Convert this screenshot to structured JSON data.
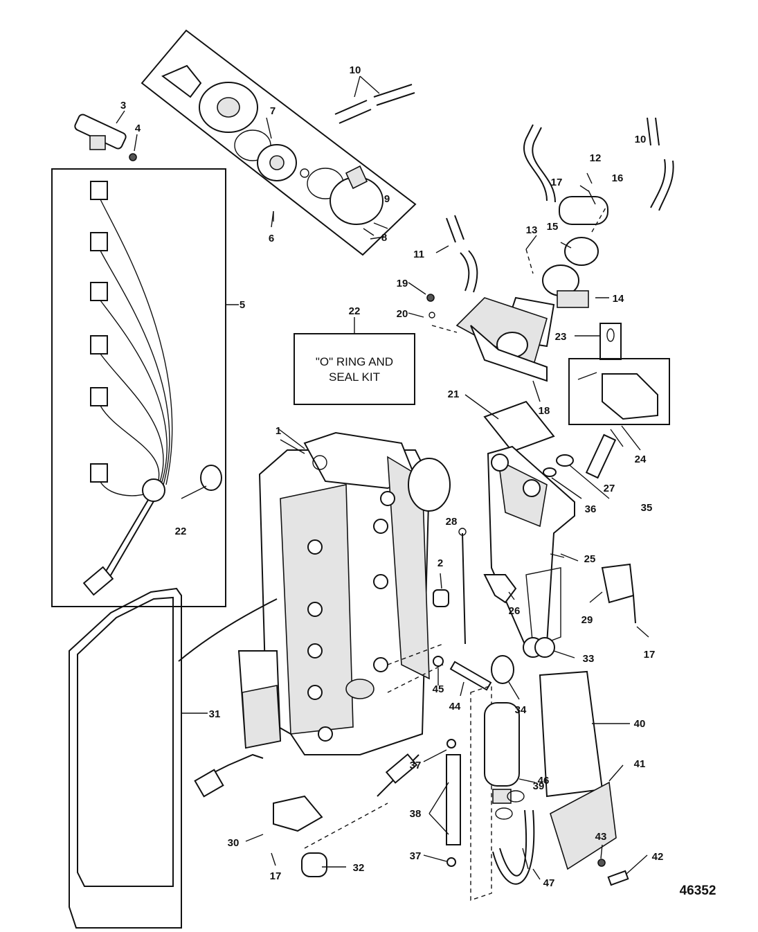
{
  "figure_number": "46352",
  "kit_box": {
    "line1": "\"O\" RING AND",
    "line2": "SEAL KIT"
  },
  "callouts": {
    "c1": "1",
    "c2": "2",
    "c3": "3",
    "c4": "4",
    "c5": "5",
    "c6": "6",
    "c7": "7",
    "c8": "8",
    "c9": "9",
    "c10a": "10",
    "c10b": "10",
    "c11": "11",
    "c12": "12",
    "c13": "13",
    "c14": "14",
    "c15": "15",
    "c16": "16",
    "c17a": "17",
    "c17b": "17",
    "c17c": "17",
    "c18": "18",
    "c19": "19",
    "c20": "20",
    "c21": "21",
    "c22a": "22",
    "c22b": "22",
    "c23": "23",
    "c24": "24",
    "c25": "25",
    "c26": "26",
    "c27": "27",
    "c28": "28",
    "c29": "29",
    "c30": "30",
    "c31": "31",
    "c32": "32",
    "c33": "33",
    "c34": "34",
    "c35": "35",
    "c36": "36",
    "c37a": "37",
    "c37b": "37",
    "c38": "38",
    "c39": "39",
    "c40": "40",
    "c41": "41",
    "c42": "42",
    "c43": "43",
    "c44": "44",
    "c45": "45",
    "c46": "46",
    "c47": "47"
  }
}
